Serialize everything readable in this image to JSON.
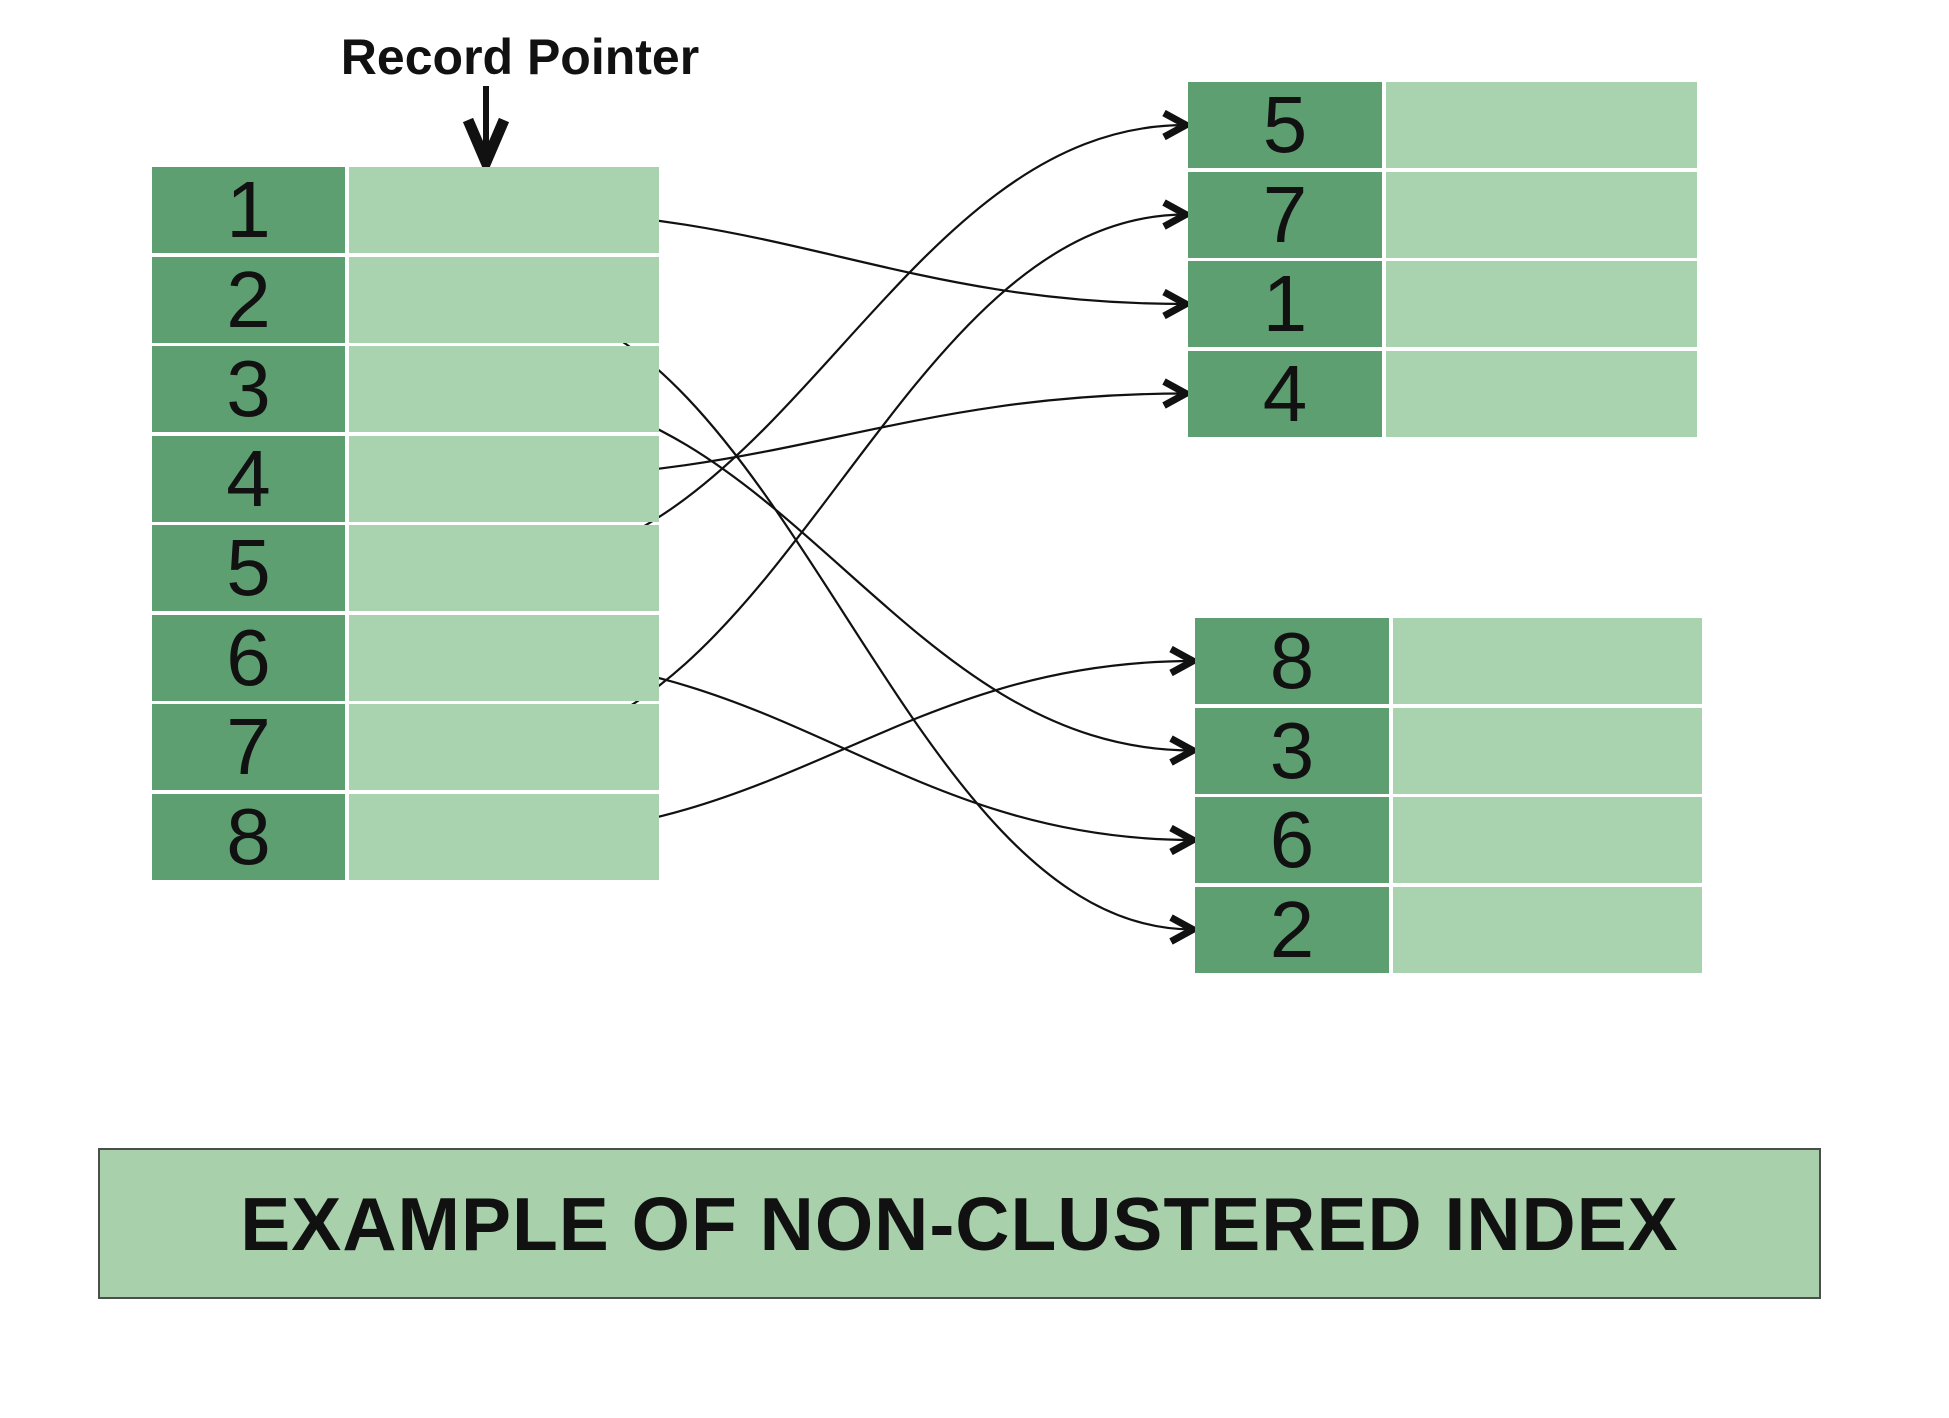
{
  "diagram": {
    "record_pointer_label": "Record Pointer",
    "caption": "EXAMPLE OF NON-CLUSTERED INDEX"
  },
  "index_table": {
    "rows": [
      "1",
      "2",
      "3",
      "4",
      "5",
      "6",
      "7",
      "8"
    ]
  },
  "data_pages": [
    {
      "rows": [
        "5",
        "7",
        "1",
        "4"
      ]
    },
    {
      "rows": [
        "8",
        "3",
        "6",
        "2"
      ]
    }
  ],
  "pointers": [
    {
      "from": "1",
      "to": "1"
    },
    {
      "from": "2",
      "to": "2"
    },
    {
      "from": "3",
      "to": "3"
    },
    {
      "from": "4",
      "to": "4"
    },
    {
      "from": "5",
      "to": "5"
    },
    {
      "from": "6",
      "to": "6"
    },
    {
      "from": "7",
      "to": "7"
    },
    {
      "from": "8",
      "to": "8"
    }
  ],
  "colors": {
    "key_cell": "#5E9F72",
    "value_cell": "#A9D2AE",
    "caption_bg": "#A7D0AB",
    "caption_border": "#4D4D4D",
    "ink": "#111111"
  }
}
